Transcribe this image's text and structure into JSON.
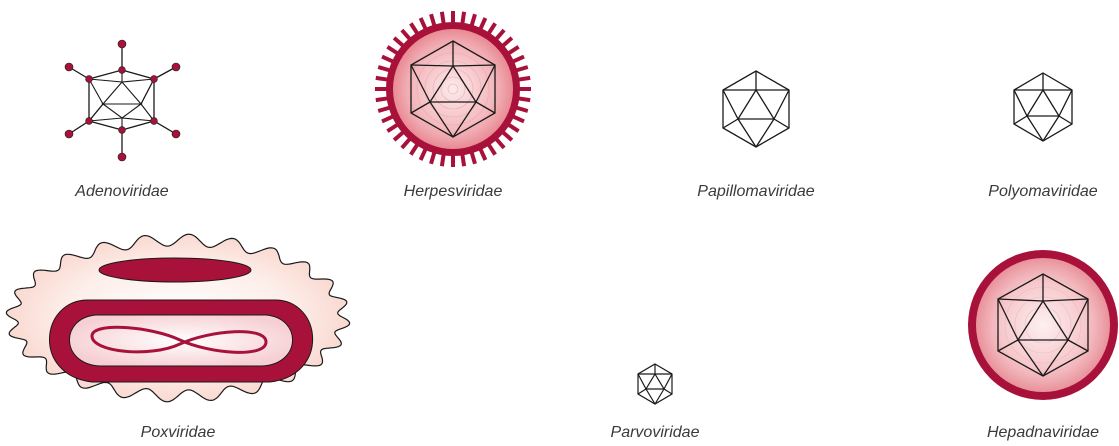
{
  "colors": {
    "crimson": "#a8123a",
    "crimson_dark": "#7a0d29",
    "pink_fill": "#f2b8bd",
    "pink_light": "#fbe3e4",
    "pale_envelope": "#fde8e2",
    "outline": "#1a1a1a",
    "label_text": "#3a3a3a"
  },
  "families": [
    {
      "name": "Adenoviridae",
      "icon": "icosahedron-with-fibers-icon"
    },
    {
      "name": "Herpesviridae",
      "icon": "enveloped-icosahedron-with-spikes-icon"
    },
    {
      "name": "Papillomaviridae",
      "icon": "icosahedron-icon"
    },
    {
      "name": "Polyomaviridae",
      "icon": "icosahedron-icon"
    },
    {
      "name": "Poxviridae",
      "icon": "brick-shaped-virion-icon"
    },
    {
      "name": "Parvoviridae",
      "icon": "small-icosahedron-icon"
    },
    {
      "name": "Hepadnaviridae",
      "icon": "enveloped-icosahedron-icon"
    }
  ]
}
